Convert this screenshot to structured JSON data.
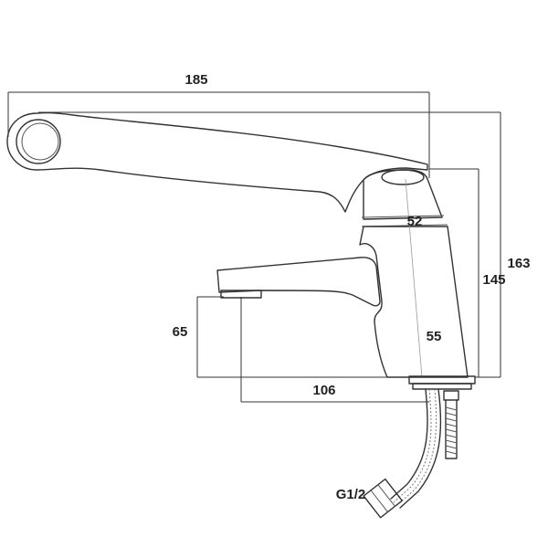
{
  "dimensions": {
    "total_length": "185",
    "total_height": "163",
    "body_height": "145",
    "lever_body_diameter": "52",
    "body_diameter": "55",
    "spout_height": "65",
    "spout_reach": "106"
  },
  "connection": {
    "thread_label": "G1/2"
  },
  "colors": {
    "line": "#333333",
    "text": "#222222",
    "background": "#ffffff"
  }
}
